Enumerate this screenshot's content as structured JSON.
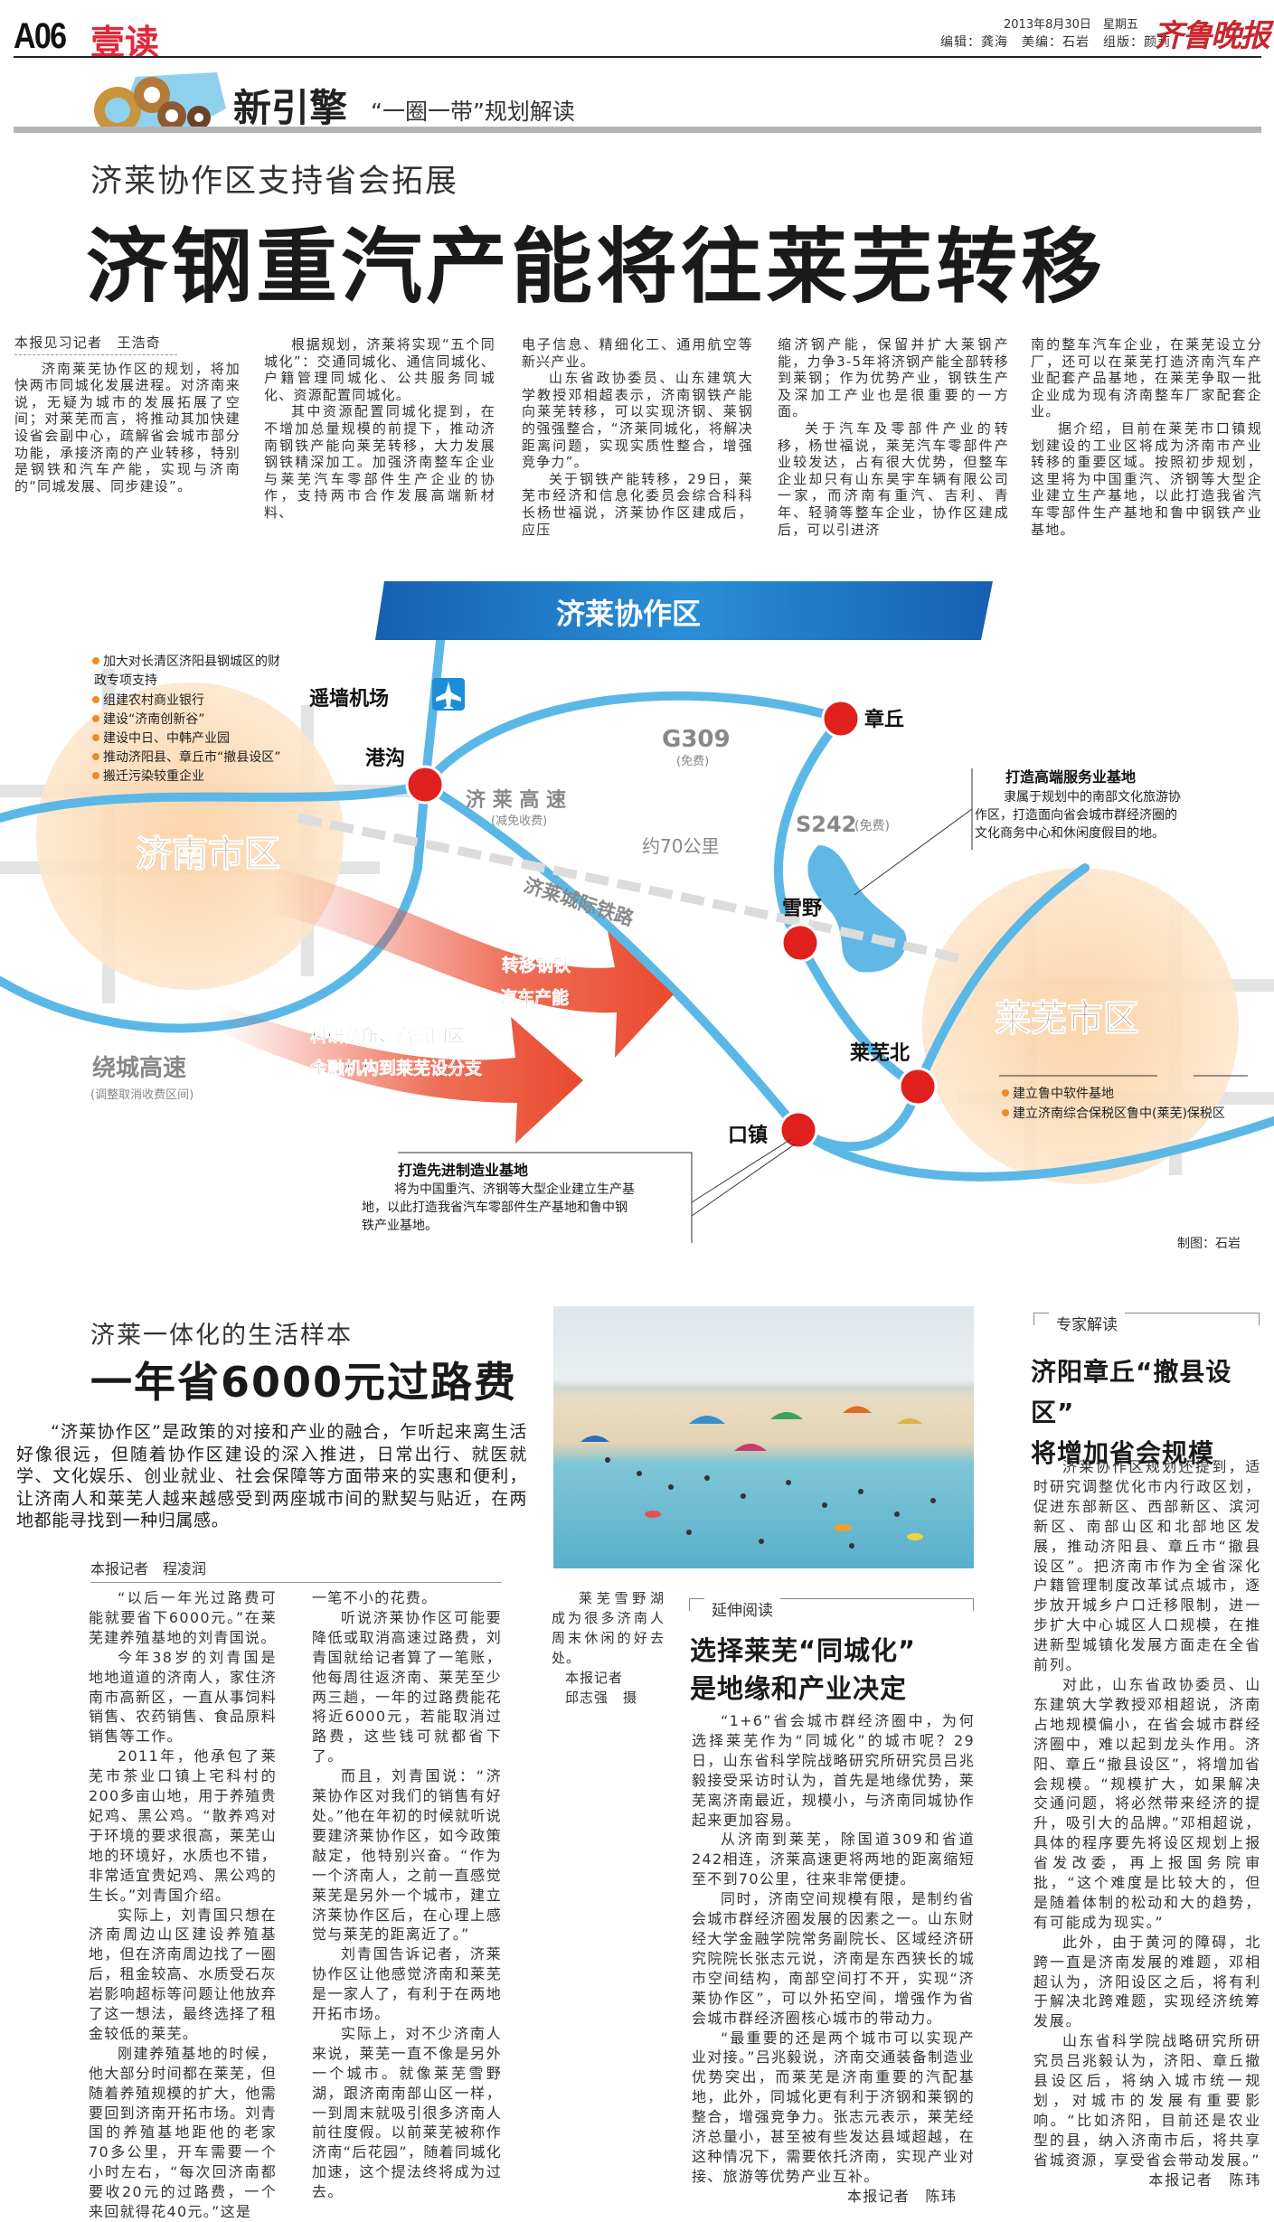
{
  "masthead": {
    "page_no": "A06",
    "section": "壹读",
    "date": "2013年8月30日　星期五",
    "editors": "编辑：龚海　美编：石岩　组版：颜莉",
    "logo": "齐鲁晚报"
  },
  "column_banner": {
    "title": "新引擎",
    "subtitle": "“一圈一带”规划解读"
  },
  "lead": {
    "kicker": "济莱协作区支持省会拓展",
    "headline": "济钢重汽产能将往莱芜转移",
    "byline": "本报见习记者　王浩奇",
    "cols": [
      [
        "济南莱芜协作区的规划，将加快两市同城化发展进程。对济南来说，无疑为城市的发展拓展了空间；对莱芜而言，将推动其加快建设省会副中心，疏解省会城市部分功能，承接济南的产业转移，特别是钢铁和汽车产能，实现与济南的“同城发展、同步建设”。"
      ],
      [
        "根据规划，济莱将实现“五个同城化”：交通同城化、通信同城化、户籍管理同城化、公共服务同城化、资源配置同城化。",
        "其中资源配置同城化提到，在不增加总量规模的前提下，推动济南钢铁产能向莱芜转移，大力发展钢铁精深加工。加强济南整车企业与莱芜汽车零部件生产企业的协作，支持两市合作发展高端新材料、"
      ],
      [
        "电子信息、精细化工、通用航空等新兴产业。",
        "山东省政协委员、山东建筑大学教授邓相超表示，济南钢铁产能向莱芜转移，可以实现济钢、莱钢的强强整合，“济莱同城化，将解决距离问题，实现实质性整合，增强竞争力”。",
        "关于钢铁产能转移，29日，莱芜市经济和信息化委员会综合科科长杨世福说，济莱协作区建成后，应压"
      ],
      [
        "缩济钢产能，保留并扩大莱钢产能，力争3-5年将济钢产能全部转移到莱钢；作为优势产业，钢铁生产及深加工产业也是很重要的一方面。",
        "关于汽车及零部件产业的转移，杨世福说，莱芜汽车零部件产业较发达，占有很大优势，但整车企业却只有山东昊宇车辆有限公司一家，而济南有重汽、吉利、青年、轻骑等整车企业，协作区建成后，可以引进济"
      ],
      [
        "南的整车汽车企业，在莱芜设立分厂，还可以在莱芜打造济南汽车产业配套产品基地，在莱芜争取一批企业成为现有济南整车厂家配套企业。",
        "据介绍，目前在莱芜市口镇规划建设的工业区将成为济南市产业转移的重要区域。按照初步规划，这里将为中国重汽、济钢等大型企业建立生产基地，以此打造我省汽车零部件生产基地和鲁中钢铁产业基地。"
      ]
    ]
  },
  "map": {
    "banner": "济莱协作区",
    "jinan": {
      "name": "济南市区",
      "bullets": [
        "加大对长清区济阳县钢城区的财",
        "政专项支持",
        "组建农村商业银行",
        "建设“济南创新谷”",
        "建设中日、中韩产业园",
        "推动济阳县、章丘市“撤县设区”",
        "搬迁污染较重企业"
      ]
    },
    "laiwu": {
      "name": "莱芜市区",
      "bullets": [
        "建立鲁中软件基地",
        "建立济南综合保税区鲁中(莱芜)保税区"
      ]
    },
    "places": {
      "airport": "遥墙机场",
      "ganggou": "港沟",
      "zhangqiu": "章丘",
      "xueye": "雪野",
      "laiwubei": "莱芜北",
      "kouzhen": "口镇"
    },
    "roads": {
      "g309": "G309",
      "g309_note": "(免费)",
      "jilai": "济 莱 高 速",
      "jilai_note": "(减免收费)",
      "s242": "S242",
      "s242_note": "(免费)",
      "distance": "约70公里",
      "rail": "济莱城际铁路",
      "ring": "绕城高速",
      "ring_note": "(调整取消收费区间)"
    },
    "arrows": {
      "a1_line1": "转移钢铁",
      "a1_line2": "汽车产能",
      "a2_line1": "科研院所、高新园区",
      "a2_line2": "金融机构到莱芜设分支"
    },
    "callout_service": {
      "title": "打造高端服务业基地",
      "lines": [
        "隶属于规划中的南部文化旅游协",
        "作区，打造面向省会城市群经济圈的",
        "文化商务中心和休闲度假目的地。"
      ]
    },
    "callout_manu": {
      "title": "打造先进制造业基地",
      "lines": [
        "将为中国重汽、济钢等大型企业建立生产基",
        "地，以此打造我省汽车零部件生产基地和鲁中钢",
        "铁产业基地。"
      ]
    },
    "credit": "制图：石岩",
    "colors": {
      "road": "#5bb8e6",
      "dot": "#e0201c",
      "circle": "#fbd3a8",
      "arrow": "#ea4a2e",
      "banner": "#1f7fc8"
    }
  },
  "life": {
    "kicker": "济莱一体化的生活样本",
    "headline": "一年省6000元过路费",
    "intro": "“济莱协作区”是政策的对接和产业的融合，乍听起来离生活好像很远，但随着协作区建设的深入推进，日常出行、就医就学、文化娱乐、创业就业、社会保障等方面带来的实惠和便利，让济南人和莱芜人越来越感受到两座城市间的默契与贴近，在两地都能寻找到一种归属感。",
    "byline": "本报记者　程凌润",
    "col1": [
      "“以后一年光过路费可能就要省下6000元。”在莱芜建养殖基地的刘青国说。",
      "今年38岁的刘青国是地地道道的济南人，家住济南市高新区，一直从事饲料销售、农药销售、食品原料销售等工作。",
      "2011年，他承包了莱芜市茶业口镇上宅科村的200多亩山地，用于养殖贵妃鸡、黑公鸡。“散养鸡对于环境的要求很高，莱芜山地的环境好，水质也不错，非常适宜贵妃鸡、黑公鸡的生长。”刘青国介绍。",
      "实际上，刘青国只想在济南周边山区建设养殖基地，但在济南周边找了一圈后，租金较高、水质受石灰岩影响超标等问题让他放弃了这一想法，最终选择了租金较低的莱芜。",
      "刚建养殖基地的时候，他大部分时间都在莱芜，但随着养殖规模的扩大，他需要回到济南开拓市场。刘青国的养殖基地距他的老家70多公里，开车需要一个小时左右，“每次回济南都要收20元的过路费，一个来回就得花40元。”这是"
    ],
    "col2": [
      "一笔不小的花费。",
      "听说济莱协作区可能要降低或取消高速过路费，刘青国就给记者算了一笔账，他每周往返济南、莱芜至少两三趟，一年的过路费能花将近6000元，若能取消过路费，这些钱可就都省下了。",
      "而且，刘青国说：“济莱协作区对我们的销售有好处。”他在年初的时候就听说要建济莱协作区，如今政策敲定，他特别兴奋。“作为一个济南人，之前一直感觉莱芜是另外一个城市，建立济莱协作区后，在心理上感觉与莱芜的距离近了。”",
      "刘青国告诉记者，济莱协作区让他感觉济南和莱芜是一家人了，有利于在两地开拓市场。",
      "实际上，对不少济南人来说，莱芜一直不像是另外一个城市。就像莱芜雪野湖，跟济南南部山区一样，一到周末就吸引很多济南人前往度假。以前莱芜被称作济南“后花园”，随着同城化加速，这个提法终将成为过去。"
    ]
  },
  "photo": {
    "caption": "莱芜雪野湖成为很多济南人周末休闲的好去处。",
    "credit_line1": "本报记者",
    "credit_line2": "邱志强　摄"
  },
  "extended": {
    "label": "延伸阅读",
    "headline_line1": "选择莱芜“同城化”",
    "headline_line2": "是地缘和产业决定",
    "paras": [
      "“1+6”省会城市群经济圈中，为何选择莱芜作为“同城化”的城市呢？29日，山东省科学院战略研究所研究员吕兆毅接受采访时认为，首先是地缘优势，莱芜离济南最近，规模小，与济南同城协作起来更加容易。",
      "从济南到莱芜，除国道309和省道242相连，济莱高速更将两地的距离缩短至不到70公里，往来非常便捷。",
      "同时，济南空间规模有限，是制约省会城市群经济圈发展的因素之一。山东财经大学金融学院常务副院长、区域经济研究院院长张志元说，济南是东西狭长的城市空间结构，南部空间打不开，实现“济莱协作区”，可以外拓空间，增强作为省会城市群经济圈核心城市的带动力。",
      "“最重要的还是两个城市可以实现产业对接。”吕兆毅说，济南交通装备制造业优势突出，而莱芜是济南重要的汽配基地，此外，同城化更有利于济钢和莱钢的整合，增强竞争力。张志元表示，莱芜经济总量小，甚至被有些发达县域超越，在这种情况下，需要依托济南，实现产业对接、旅游等优势产业互补。"
    ],
    "byline": "本报记者　陈玮"
  },
  "expert": {
    "label": "专家解读",
    "headline_line1": "济阳章丘“撤县设区”",
    "headline_line2": "将增加省会规模",
    "paras": [
      "济莱协作区规划还提到，适时研究调整优化市内行政区划，促进东部新区、西部新区、滨河新区、南部山区和北部地区发展，推动济阳县、章丘市“撤县设区”。把济南市作为全省深化户籍管理制度改革试点城市，逐步放开城乡户口迁移限制，进一步扩大中心城区人口规模，在推进新型城镇化发展方面走在全省前列。",
      "对此，山东省政协委员、山东建筑大学教授邓相超说，济南占地规模偏小，在省会城市群经济圈中，难以起到龙头作用。济阳、章丘“撤县设区”，将增加省会规模。“规模扩大，如果解决交通问题，将必然带来经济的提升，吸引大的品牌。”邓相超说，具体的程序要先将设区规划上报省发改委，再上报国务院审批，“这个难度是比较大的，但是随着体制的松动和大的趋势，有可能成为现实。”",
      "此外，由于黄河的障碍，北跨一直是济南发展的难题，邓相超认为，济阳设区之后，将有利于解决北跨难题，实现经济统筹发展。",
      "山东省科学院战略研究所研究员吕兆毅认为，济阳、章丘撤县设区后，将纳入城市统一规划，对城市的发展有重要影响。“比如济阳，目前还是农业型的县，纳入济南市后，将共享省城资源，享受省会带动发展。”"
    ],
    "byline": "本报记者　陈玮"
  }
}
